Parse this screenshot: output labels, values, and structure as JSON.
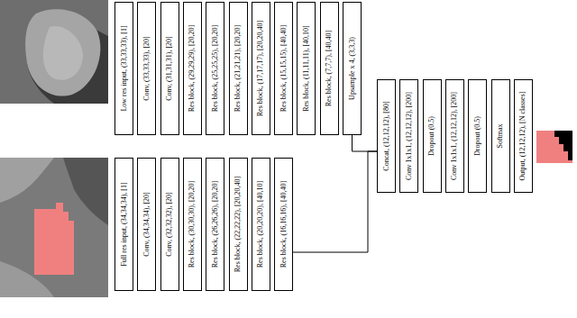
{
  "diagram": {
    "nodes": [
      {
        "text": [
          "Low res input, (33,33,33), [1]"
        ]
      },
      {
        "text": [
          "Conv, (33,33,33), [20]"
        ]
      },
      {
        "text": [
          "Conv, (31,31,31), [20]"
        ]
      },
      {
        "text": [
          "Res block, (29,29,29), [20,20]"
        ]
      },
      {
        "text": [
          "Res block, (25,25,25), [20,20]"
        ]
      },
      {
        "text": [
          "Res block, (21,21,21), [20,20]"
        ]
      },
      {
        "text": [
          "Res block, (17,17,17), [20,20,40]"
        ]
      },
      {
        "text": [
          "Res block, (15,15,15), [40,40]"
        ]
      },
      {
        "text": [
          "Res block, (11,11,11), [40,10]"
        ]
      },
      {
        "text": [
          "Res block, (7,7,7), [40,40]"
        ]
      },
      {
        "text": [
          "Upsample x 4, (3,3,3)"
        ]
      },
      {
        "text": [
          "Full res input, (34,34,34), [1]"
        ]
      },
      {
        "text": [
          "Conv, (34,34,34), [20]"
        ]
      },
      {
        "text": [
          "Conv, (32,32,32), [20]"
        ]
      },
      {
        "text": [
          "Res block, (30,30,30), [20,20]"
        ]
      },
      {
        "text": [
          "Res block, (26,26,26), [20,20]"
        ]
      },
      {
        "text": [
          "Res block, (22,22,22), [20,20,40]"
        ]
      },
      {
        "text": [
          "Res block, (20,20,20), [40,10]"
        ]
      },
      {
        "text": [
          "Res block, (16,16,16), [40,40]"
        ]
      },
      {
        "text": [
          "Concat, (12,12,12), [80]"
        ]
      },
      {
        "text": [
          "Conv 1x1x1, (12,12,12), [200]"
        ]
      },
      {
        "text": [
          "Dropout (0.5)"
        ]
      },
      {
        "text": [
          "Conv 1x1x1, (12,12,12), [200]"
        ]
      },
      {
        "text": [
          "Dropout (0.5)"
        ]
      },
      {
        "text": [
          "Softmax"
        ]
      },
      {
        "text": [
          "Output, (12,12,12), [N classes]"
        ]
      }
    ],
    "edges": [
      {
        "from": 10,
        "to": 19,
        "arrow": "none"
      },
      {
        "from": 18,
        "to": 19,
        "arrow": "none"
      }
    ]
  }
}
